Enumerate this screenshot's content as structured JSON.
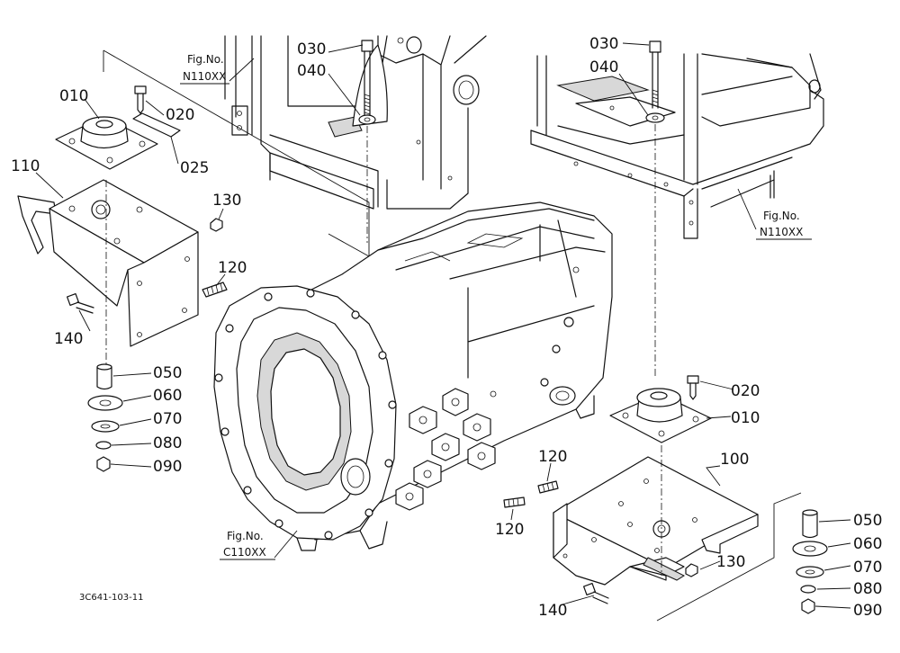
{
  "labels": {
    "p010_left": "010",
    "p020_left": "020",
    "p025": "025",
    "p110": "110",
    "p130_left": "130",
    "p120_upper": "120",
    "p140_left": "140",
    "p050_left": "050",
    "p060_left": "060",
    "p070_left": "070",
    "p080_left": "080",
    "p090_left": "090",
    "p030_left": "030",
    "p040_left": "040",
    "p030_right": "030",
    "p040_right": "040",
    "p020_right": "020",
    "p010_right": "010",
    "p100": "100",
    "p120_mid": "120",
    "p120_low": "120",
    "p130_right": "130",
    "p140_right": "140",
    "p050_right": "050",
    "p060_right": "060",
    "p070_right": "070",
    "p080_right": "080",
    "p090_right": "090"
  },
  "references": {
    "left_top": {
      "line1": "Fig.No.",
      "line2": "N110XX"
    },
    "right_top": {
      "line1": "Fig.No.",
      "line2": "N110XX"
    },
    "bottom": {
      "line1": "Fig.No.",
      "line2": "C110XX"
    }
  },
  "drawing_code": "3C641-103-11"
}
